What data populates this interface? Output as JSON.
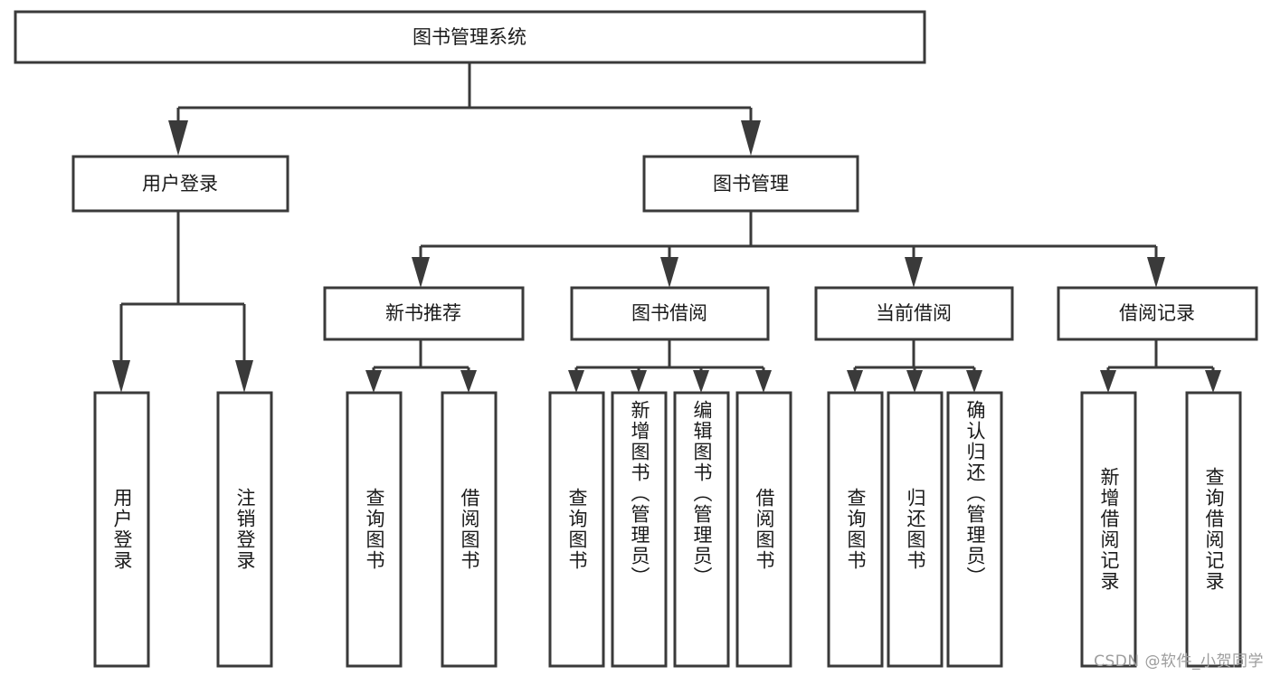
{
  "diagram": {
    "type": "tree-hierarchy",
    "title": "图书管理系统",
    "root": {
      "label": "图书管理系统",
      "orientation": "horizontal"
    },
    "level2": [
      {
        "label": "用户登录",
        "orientation": "horizontal"
      },
      {
        "label": "图书管理",
        "orientation": "horizontal"
      }
    ],
    "level3": [
      {
        "label": "新书推荐",
        "orientation": "horizontal",
        "parent": "图书管理"
      },
      {
        "label": "图书借阅",
        "orientation": "horizontal",
        "parent": "图书管理"
      },
      {
        "label": "当前借阅",
        "orientation": "horizontal",
        "parent": "图书管理"
      },
      {
        "label": "借阅记录",
        "orientation": "horizontal",
        "parent": "图书管理"
      }
    ],
    "leaves": [
      {
        "label": "用户登录",
        "parent": "用户登录",
        "orientation": "vertical"
      },
      {
        "label": "注销登录",
        "parent": "用户登录",
        "orientation": "vertical"
      },
      {
        "label": "查询图书",
        "parent": "新书推荐",
        "orientation": "vertical"
      },
      {
        "label": "借阅图书",
        "parent": "新书推荐",
        "orientation": "vertical"
      },
      {
        "label": "查询图书",
        "parent": "图书借阅",
        "orientation": "vertical"
      },
      {
        "label": "新增图书（管理员）",
        "parent": "图书借阅",
        "orientation": "vertical"
      },
      {
        "label": "编辑图书（管理员）",
        "parent": "图书借阅",
        "orientation": "vertical"
      },
      {
        "label": "借阅图书",
        "parent": "图书借阅",
        "orientation": "vertical"
      },
      {
        "label": "查询图书",
        "parent": "当前借阅",
        "orientation": "vertical"
      },
      {
        "label": "归还图书",
        "parent": "当前借阅",
        "orientation": "vertical"
      },
      {
        "label": "确认归还（管理员）",
        "parent": "当前借阅",
        "orientation": "vertical"
      },
      {
        "label": "新增借阅记录",
        "parent": "借阅记录",
        "orientation": "vertical"
      },
      {
        "label": "查询借阅记录",
        "parent": "借阅记录",
        "orientation": "vertical"
      }
    ],
    "colors": {
      "box_fill": "#ffffff",
      "box_stroke": "#3a3a3a",
      "connector": "#3a3a3a",
      "text": "#1a1a1a",
      "background": "#ffffff",
      "watermark": "#9d9d9d"
    }
  },
  "watermark": {
    "text": "CSDN @软件_小贺同学"
  }
}
